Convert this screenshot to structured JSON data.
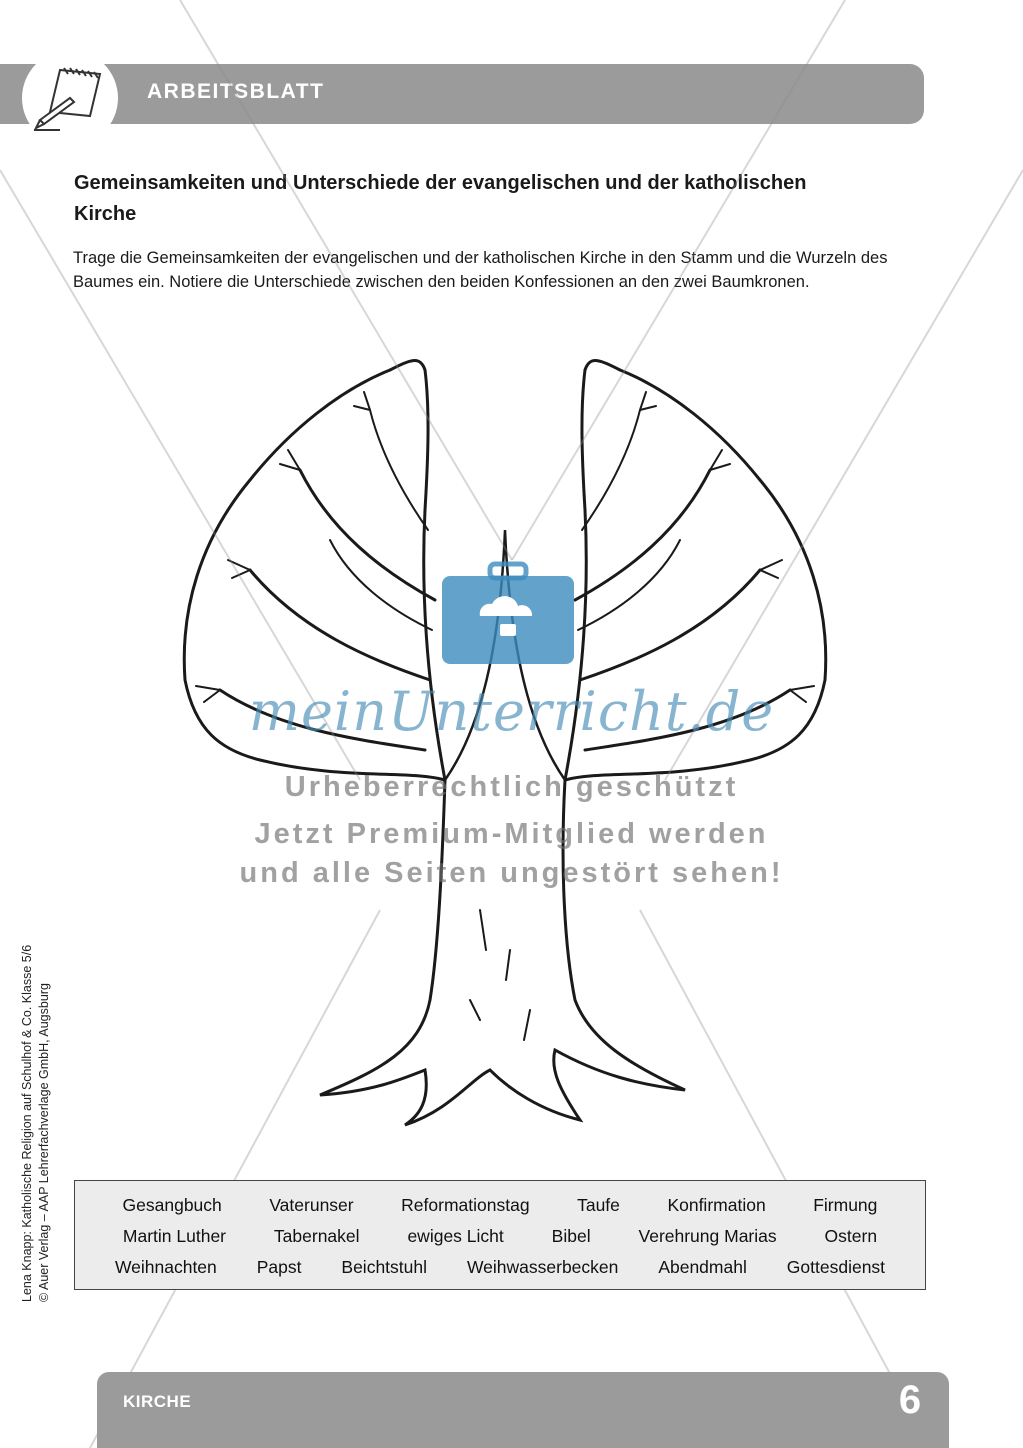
{
  "header": {
    "title": "ARBEITSBLATT",
    "icon": "notepad-pen-icon"
  },
  "title": "Gemeinsamkeiten und Unterschiede der evangelischen und der katholischen Kirche",
  "instructions": "Trage die Gemeinsamkeiten der evangelischen und der katholischen Kirche in den Stamm und die Wurzeln des Baumes ein. Notiere die Unterschiede zwischen den beiden Konfessionen an den zwei Baumkronen.",
  "side_credit": {
    "line1": "Lena Knapp: Katholische Religion auf Schulhof & Co. Klasse 5/6",
    "line2": "© Auer Verlag – AAP Lehrerfachverlage GmbH, Augsburg"
  },
  "word_bank": {
    "row1": [
      "Gesangbuch",
      "Vaterunser",
      "Reformationstag",
      "Taufe",
      "Konfirmation",
      "Firmung"
    ],
    "row2": [
      "Martin Luther",
      "Tabernakel",
      "ewiges Licht",
      "Bibel",
      "Verehrung Marias",
      "Ostern"
    ],
    "row3": [
      "Weihnachten",
      "Papst",
      "Beichtstuhl",
      "Weihwasserbecken",
      "Abendmahl",
      "Gottesdienst"
    ]
  },
  "footer": {
    "label": "KIRCHE",
    "page_number": "6"
  },
  "watermark": {
    "brand": "meinUnterricht.de",
    "line1": "Urheberrechtlich geschützt",
    "line2": "Jetzt Premium-Mitglied werden",
    "line3": "und alle Seiten ungestört sehen!",
    "icon": "cloud-briefcase-icon"
  },
  "colors": {
    "bar_gray": "#9b9b9b",
    "watermark_blue": "#4a93bd",
    "box_bg": "#ececec"
  }
}
